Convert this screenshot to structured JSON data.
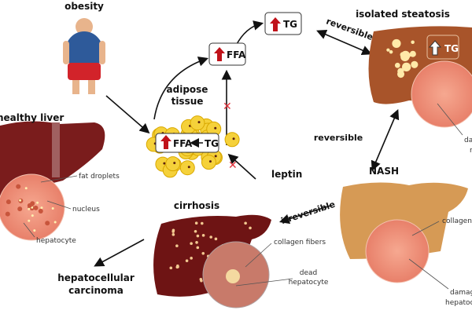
{
  "stages": {
    "obesity": "obesity",
    "adipose": [
      "adipose",
      "tissue"
    ],
    "healthy": "healthy liver",
    "steatosis": "isolated steatosis",
    "nash": "NASH",
    "cirrhosis": "cirrhosis",
    "hcc": [
      "hepatocellular",
      "carcinoma"
    ]
  },
  "molecules": {
    "tg": "TG",
    "ffa": "FFA",
    "leptin": "leptin"
  },
  "transitions": {
    "reversible": "reversible",
    "irreversible": "irreversible"
  },
  "labels": {
    "fat_droplets": "fat droplets",
    "nucleus": "nucleus",
    "hepatocyte": "hepatocyte",
    "damaged_nucleus": [
      "damaged",
      "nucleus"
    ],
    "collagen_fibers": "collagen fibers",
    "dead_hepatocyte": [
      "dead",
      "hepatocyte"
    ],
    "damaged_hepatocyte": [
      "damaged",
      "hepatocyte"
    ]
  },
  "colors": {
    "healthy": "#7a1c1c",
    "steatosis": "#a8542a",
    "nash": "#d69a55",
    "cirrhosis": "#6e1414",
    "fat": "#f5d13a",
    "up_arrow": "#c0121a",
    "inhibit": "#e0303a"
  }
}
